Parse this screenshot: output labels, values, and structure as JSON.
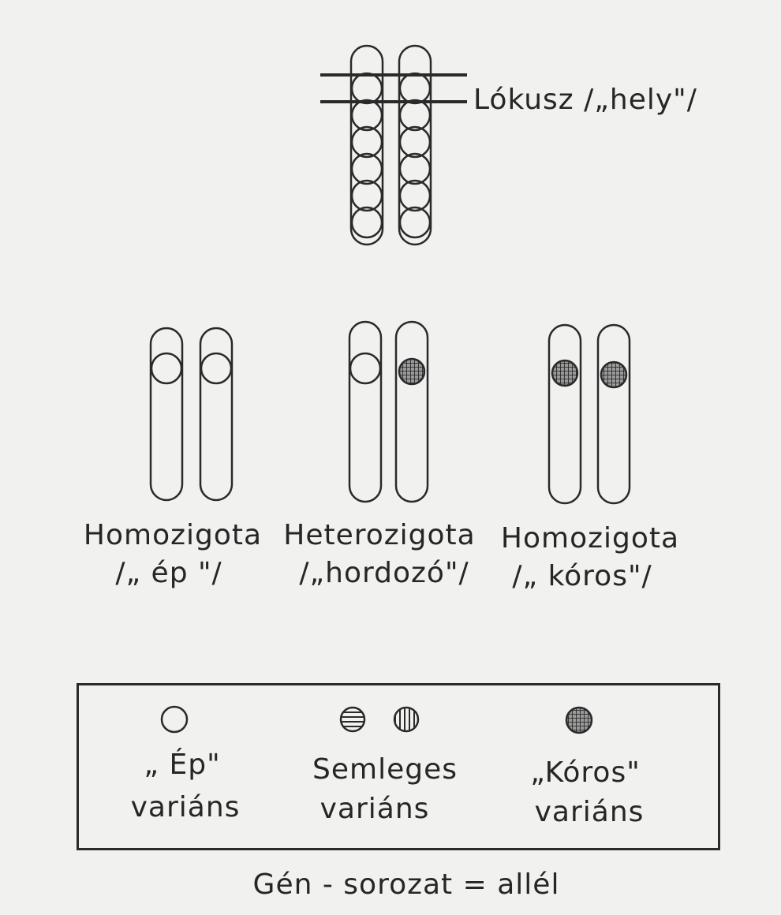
{
  "locus": {
    "label": "Lókusz /„hely\"/"
  },
  "genotypes": [
    {
      "name": "Homozigota",
      "note": "/„ ép \"/"
    },
    {
      "name": "Heterozigota",
      "note": "/„hordozó\"/"
    },
    {
      "name": "Homozigota",
      "note": "/„ kóros\"/"
    }
  ],
  "legend": {
    "items": [
      {
        "line1": "„ Ép\"",
        "line2": "variáns"
      },
      {
        "line1": "Semleges",
        "line2": "variáns"
      },
      {
        "line1": "„Kóros\"",
        "line2": "variáns"
      }
    ]
  },
  "caption": "Gén - sorozat = allél",
  "colors": {
    "ink": "#2a2a2a",
    "paper": "#f1f1f0"
  },
  "icons": [
    "healthy-allele-icon",
    "neutral-allele-horizontal-icon",
    "neutral-allele-vertical-icon",
    "pathological-allele-icon"
  ]
}
